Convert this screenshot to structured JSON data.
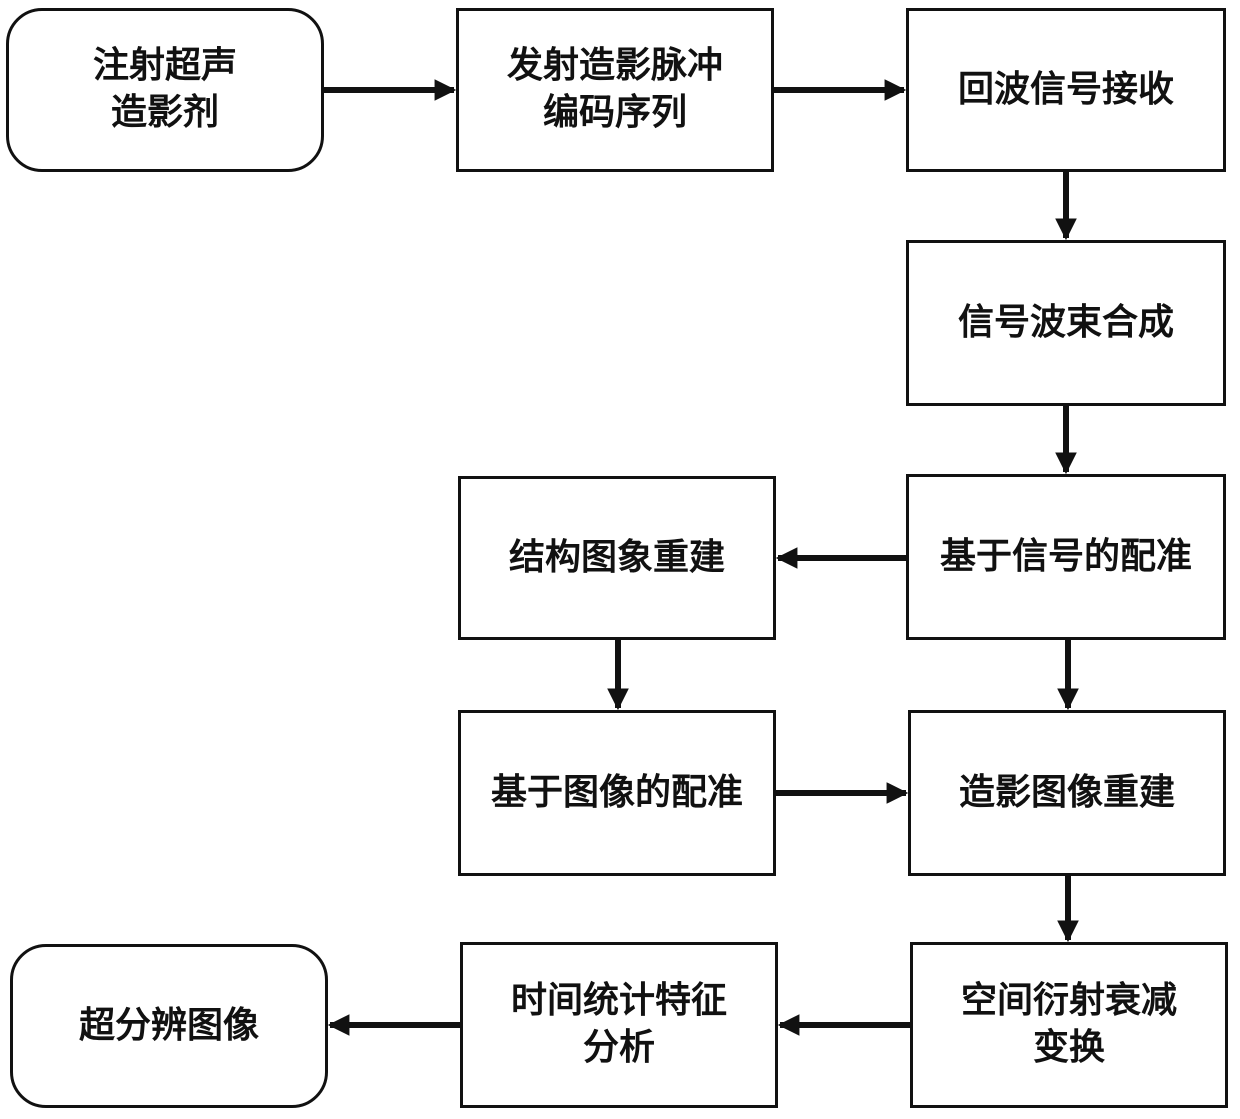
{
  "nodes": {
    "inject_contrast_agent": "注射超声\n造影剂",
    "transmit_pulse_coded_sequence": "发射造影脉冲\n编码序列",
    "echo_signal_reception": "回波信号接收",
    "signal_beamforming": "信号波束合成",
    "signal_based_registration": "基于信号的配准",
    "structural_image_reconstruction": "结构图象重建",
    "image_based_registration": "基于图像的配准",
    "contrast_image_reconstruction": "造影图像重建",
    "spatial_diffraction_attenuation_transform": "空间衍射衰减\n变换",
    "temporal_statistical_feature_analysis": "时间统计特征\n分析",
    "super_resolution_image": "超分辨图像"
  },
  "colors": {
    "stroke": "#111111",
    "background": "#ffffff"
  }
}
